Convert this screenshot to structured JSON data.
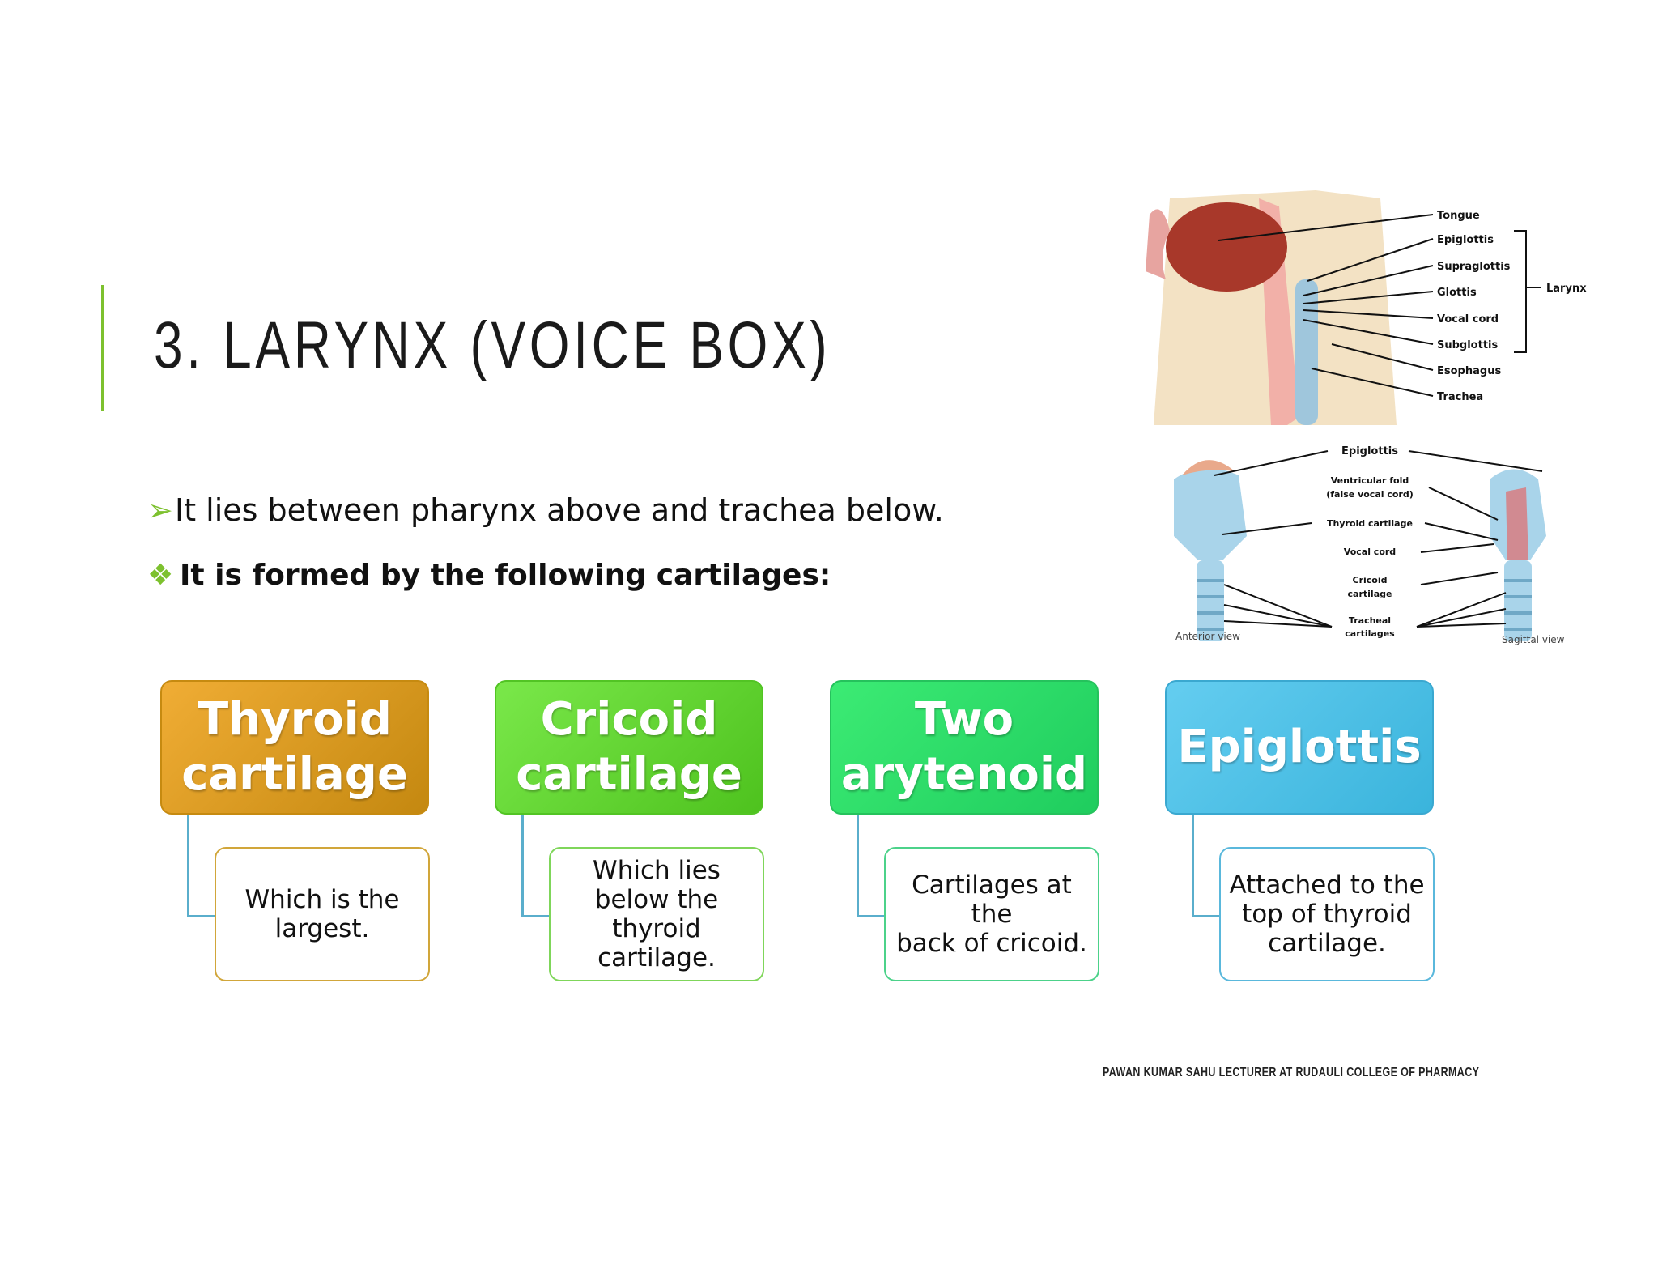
{
  "slide": {
    "title": "3. LARYNX (VOICE BOX)",
    "bullet1": {
      "marker": "➢",
      "text": "It lies between pharynx above and trachea below."
    },
    "bullet2": {
      "marker": "❖",
      "text": "It is formed by the following cartilages:"
    },
    "footer": "PAWAN KUMAR SAHU LECTURER AT RUDAULI COLLEGE OF PHARMACY",
    "accent_color": "#7dc12e"
  },
  "cartilages": [
    {
      "title_line1": "Thyroid",
      "title_line2": "cartilage",
      "desc_lines": [
        "Which is the",
        "largest."
      ],
      "color_from": "#f0ad35",
      "color_to": "#c48810"
    },
    {
      "title_line1": "Cricoid",
      "title_line2": "cartilage",
      "desc_lines": [
        "Which lies",
        "below the",
        "thyroid",
        "cartilage."
      ],
      "color_from": "#7ae84a",
      "color_to": "#4ec21e"
    },
    {
      "title_line1": "Two",
      "title_line2": "arytenoid",
      "desc_lines": [
        "Cartilages at the",
        "back of cricoid."
      ],
      "color_from": "#3ceb74",
      "color_to": "#1fcd5e"
    },
    {
      "title_line1": "Epiglottis",
      "title_line2": "",
      "desc_lines": [
        "Attached to the",
        "top of thyroid",
        "cartilage."
      ],
      "color_from": "#64cdf0",
      "color_to": "#3ab4dc"
    }
  ],
  "diagram_top": {
    "labels": [
      "Tongue",
      "Epiglottis",
      "Supraglottis",
      "Glottis",
      "Vocal cord",
      "Subglottis",
      "Esophagus",
      "Trachea"
    ],
    "group_label": "Larynx"
  },
  "diagram_bottom": {
    "labels": [
      "Epiglottis",
      "Ventricular fold",
      "(false vocal cord)",
      "Thyroid cartilage",
      "Vocal cord",
      "Cricoid",
      "cartilage",
      "Tracheal",
      "cartilages"
    ],
    "view_left": "Anterior view",
    "view_right": "Sagittal view"
  }
}
